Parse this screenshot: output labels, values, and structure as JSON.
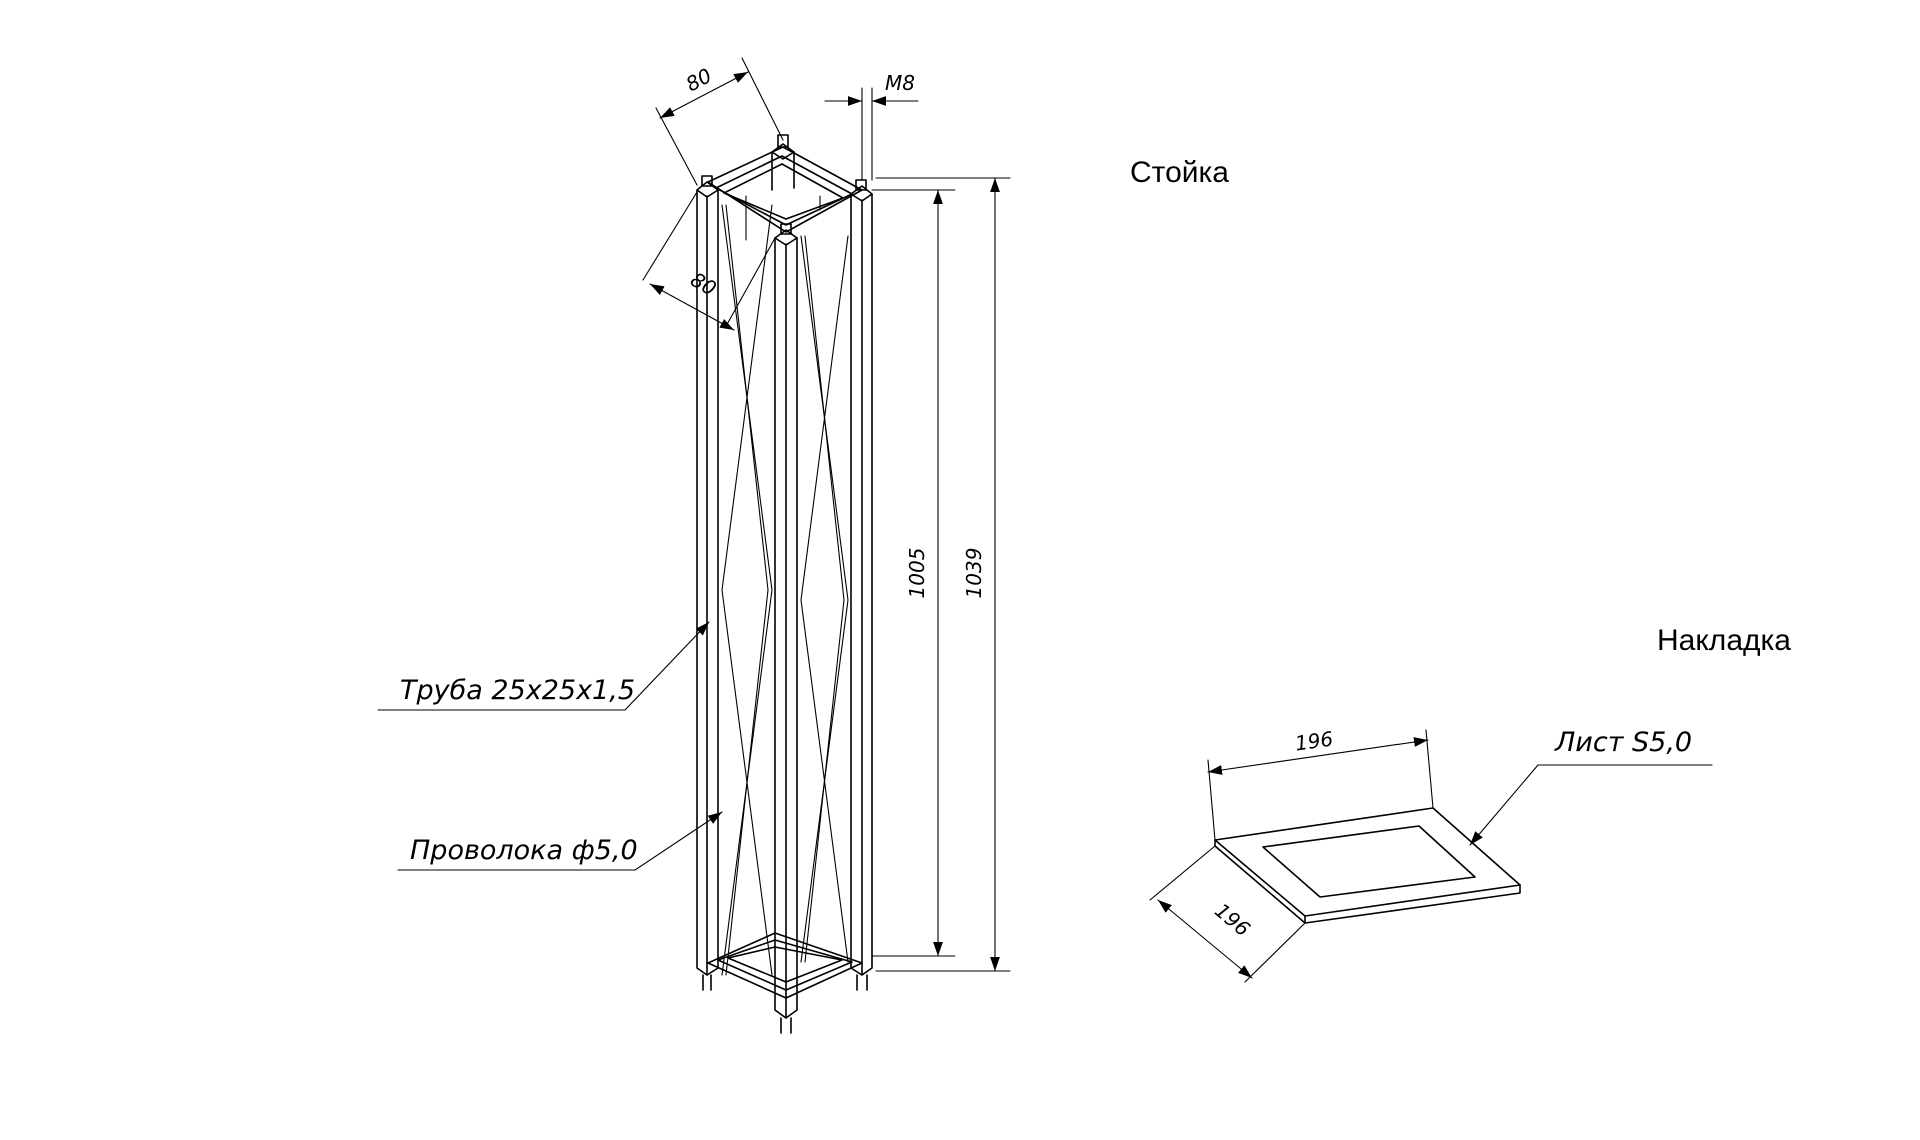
{
  "titles": {
    "post": "Стойка",
    "plate": "Накладка"
  },
  "post": {
    "dim_width_top": "80",
    "dim_width_side": "80",
    "dim_thread": "M8",
    "dim_height_inner": "1005",
    "dim_height_outer": "1039",
    "callout_tube": "Труба 25х25х1,5",
    "callout_wire": "Проволока ф5,0"
  },
  "plate": {
    "dim_length": "196",
    "dim_width": "196",
    "callout_sheet": "Лист S5,0"
  }
}
